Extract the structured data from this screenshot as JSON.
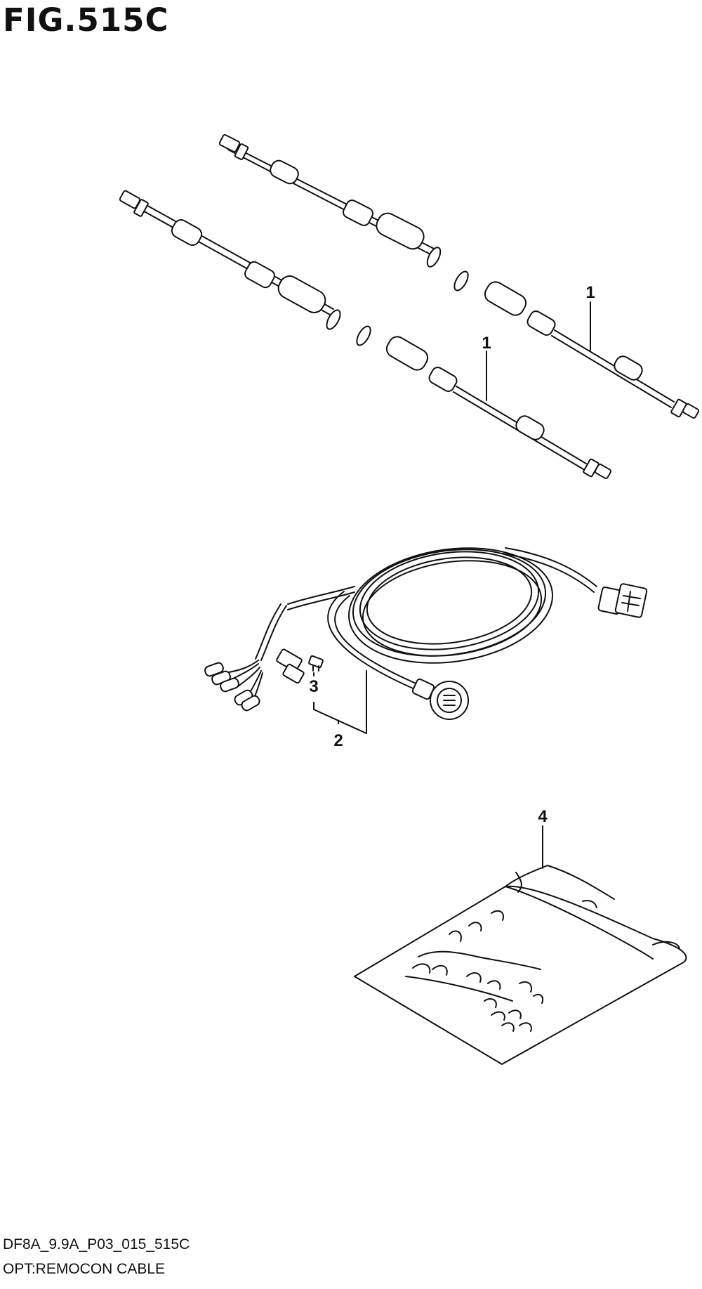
{
  "figure": {
    "title": "FIG.515C",
    "code": "DF8A_9.9A_P03_015_515C",
    "description": "OPT:REMOCON CABLE"
  },
  "callouts": [
    {
      "id": "c1a",
      "label": "1"
    },
    {
      "id": "c1b",
      "label": "1"
    },
    {
      "id": "c2",
      "label": "2"
    },
    {
      "id": "c3",
      "label": "3"
    },
    {
      "id": "c4",
      "label": "4"
    }
  ]
}
